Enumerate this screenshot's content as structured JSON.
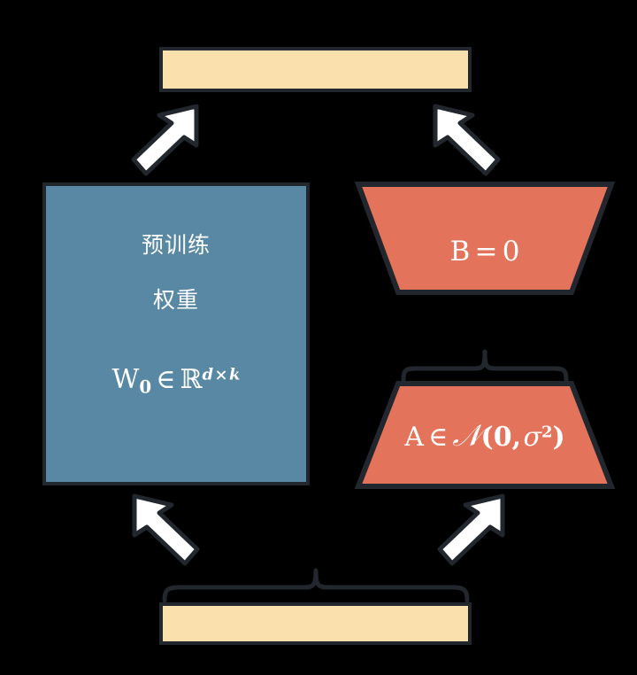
{
  "diagram": {
    "title": "LoRA low-rank adaptation diagram",
    "colors": {
      "background": "#000000",
      "outline": "#22272e",
      "pretrained_fill": "#5888a3",
      "adapter_fill": "#e3735b",
      "io_fill": "#fae0ac",
      "arrow_fill": "#ffffff",
      "text_on_shape": "#ffffff"
    }
  },
  "output_bar": {
    "name": "output-bar",
    "label": ""
  },
  "input_bar": {
    "name": "input-bar",
    "label": ""
  },
  "pretrained_block": {
    "line1": "预训练",
    "line2": "权重",
    "formula": {
      "matrix": "W",
      "matrix_subscript": "0",
      "relation": "∈",
      "space": "ℝ",
      "exponent_d": "d",
      "exponent_times": "×",
      "exponent_k": "k",
      "plain": "W₀ ∈ ℝ^{d×k}"
    }
  },
  "adapter_b": {
    "label_matrix": "B",
    "label_relation": "=",
    "label_value": "0",
    "plain": "B = 0"
  },
  "adapter_a": {
    "label_matrix": "A",
    "label_relation": "∈",
    "label_dist": "𝒩",
    "label_open": "(",
    "label_mean": "0",
    "label_comma": ",",
    "label_sigma": "σ",
    "label_sigma_sup": "2",
    "label_close": ")",
    "plain": "A ∈ 𝒩(0, σ²)"
  },
  "braces": [
    {
      "name": "brace-over-adapter-a",
      "label": ""
    },
    {
      "name": "brace-over-input-bar",
      "label": ""
    }
  ],
  "arrows": [
    {
      "name": "arrow-input-to-pretrained",
      "direction": "up-left",
      "label": ""
    },
    {
      "name": "arrow-input-to-adapter-a",
      "direction": "up-right",
      "label": ""
    },
    {
      "name": "arrow-pretrained-to-output",
      "direction": "up-right",
      "label": ""
    },
    {
      "name": "arrow-adapter-b-to-output",
      "direction": "up-left",
      "label": ""
    }
  ]
}
